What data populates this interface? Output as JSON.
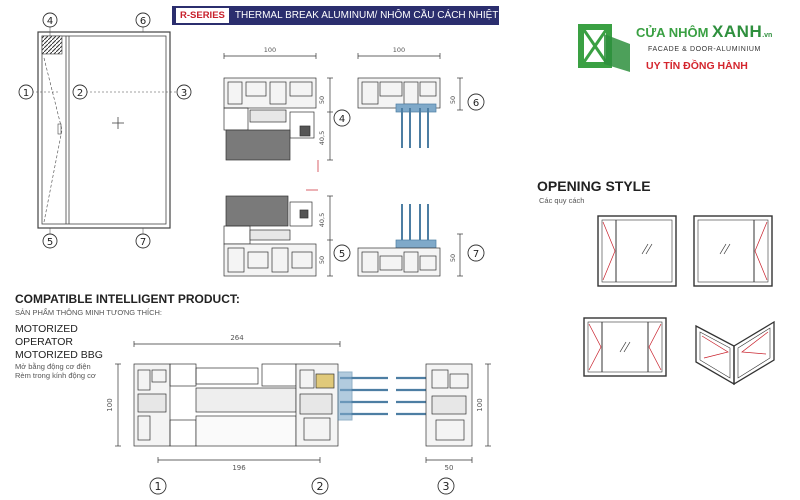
{
  "header": {
    "series": "R-SERIES",
    "title": "THERMAL BREAK ALUMINUM/ NHÔM CẦU CÁCH NHIỆT"
  },
  "logo": {
    "brand": "CỬA NHÔM",
    "brand_big": "XANH",
    "domain": ".vn",
    "tagline": "FACADE & DOOR-ALUMINIUM",
    "slogan": "UY TÍN ĐỒNG HÀNH"
  },
  "elevation": {
    "markers": [
      "1",
      "2",
      "3",
      "4",
      "5",
      "6",
      "7"
    ]
  },
  "sections": {
    "dims": {
      "top_width": "100",
      "h50": "50",
      "h40_5": "40,5"
    }
  },
  "compatible": {
    "title": "COMPATIBLE INTELLIGENT PRODUCT:",
    "subtitle": "SẢN PHẨM THÔNG MINH TƯƠNG THÍCH:",
    "line1": "MOTORIZED",
    "line2": "OPERATOR",
    "line3": "MOTORIZED BBG",
    "vi1": "Mở bằng động cơ điện",
    "vi2": "Rèm trong kính động cơ"
  },
  "opening": {
    "title": "OPENING STYLE",
    "subtitle": "Các quy cách"
  },
  "bottom_dims": {
    "width": "264",
    "inner": "196",
    "small": "50",
    "height": "100",
    "markers": [
      "1",
      "2",
      "3"
    ]
  },
  "colors": {
    "header_bg": "#2b2e6e",
    "accent_red": "#c8202b",
    "brand_green": "#3aa043",
    "glass": "#7fa9c9"
  }
}
